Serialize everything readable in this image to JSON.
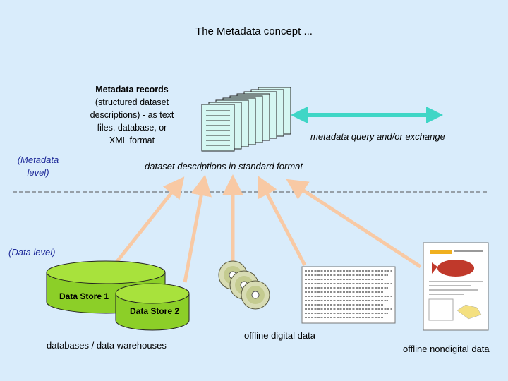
{
  "title": "The Metadata concept ...",
  "records": {
    "heading": "Metadata records",
    "line1": "(structured dataset",
    "line2": "descriptions) - as text",
    "line3": "files, database, or",
    "line4": "XML format"
  },
  "labels": {
    "metadata_level_1": "(Metadata",
    "metadata_level_2": "level)",
    "data_level": "(Data level)",
    "query_exchange": "metadata query and/or exchange",
    "standard_format": "dataset descriptions in standard format"
  },
  "stores": {
    "store1": "Data Store 1",
    "store2": "Data Store 2",
    "caption": "databases / data warehouses"
  },
  "offline_digital": "offline digital data",
  "offline_nondigital": "offline nondigital data",
  "colors": {
    "background": "#d9ecfb",
    "arrow": "#f8c9a4",
    "exchange_arrow": "#3fd6c6",
    "cylinder": "#8ccf28",
    "document_fill": "#d5f7f2"
  }
}
